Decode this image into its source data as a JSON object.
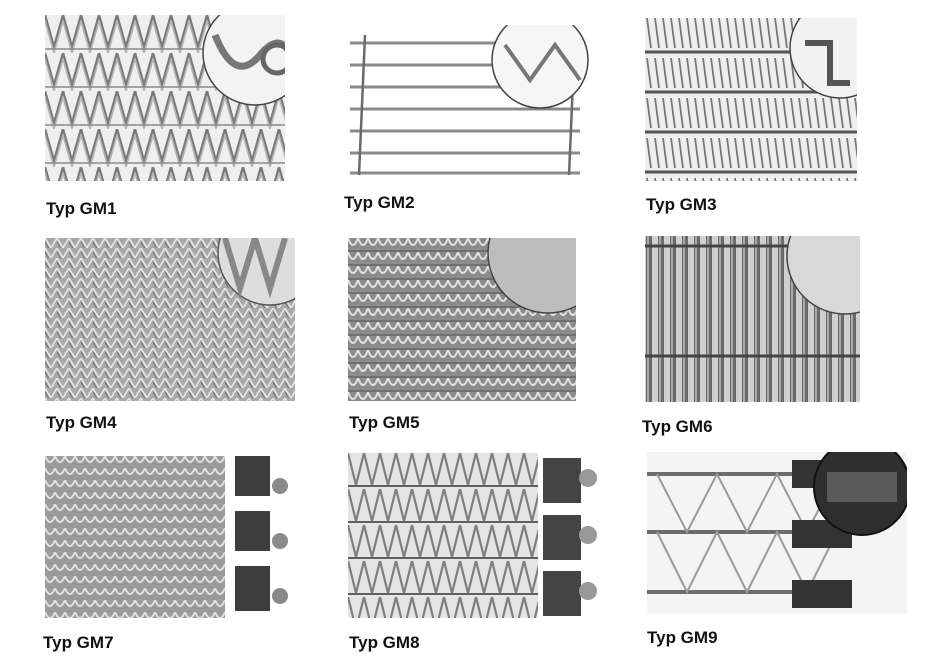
{
  "samples": [
    {
      "label": "Typ GM1",
      "pattern": "spiral-mesh-with-hook-edge"
    },
    {
      "label": "Typ GM2",
      "pattern": "flat-rod-belt"
    },
    {
      "label": "Typ GM3",
      "pattern": "dense-spiral-with-clinched-edge"
    },
    {
      "label": "Typ GM4",
      "pattern": "fine-balanced-weave"
    },
    {
      "label": "Typ GM5",
      "pattern": "heavy-balanced-weave"
    },
    {
      "label": "Typ GM6",
      "pattern": "vertical-flat-bar-belt"
    },
    {
      "label": "Typ GM7",
      "pattern": "weave-with-roller-chain"
    },
    {
      "label": "Typ GM8",
      "pattern": "spiral-with-roller-chain"
    },
    {
      "label": "Typ GM9",
      "pattern": "rod-spiral-with-heavy-chain"
    }
  ],
  "colors": {
    "wire": "#6f6f6f",
    "wire_light": "#c8c8c8",
    "background": "#e9e9e9",
    "chain": "#4a4a4a"
  }
}
